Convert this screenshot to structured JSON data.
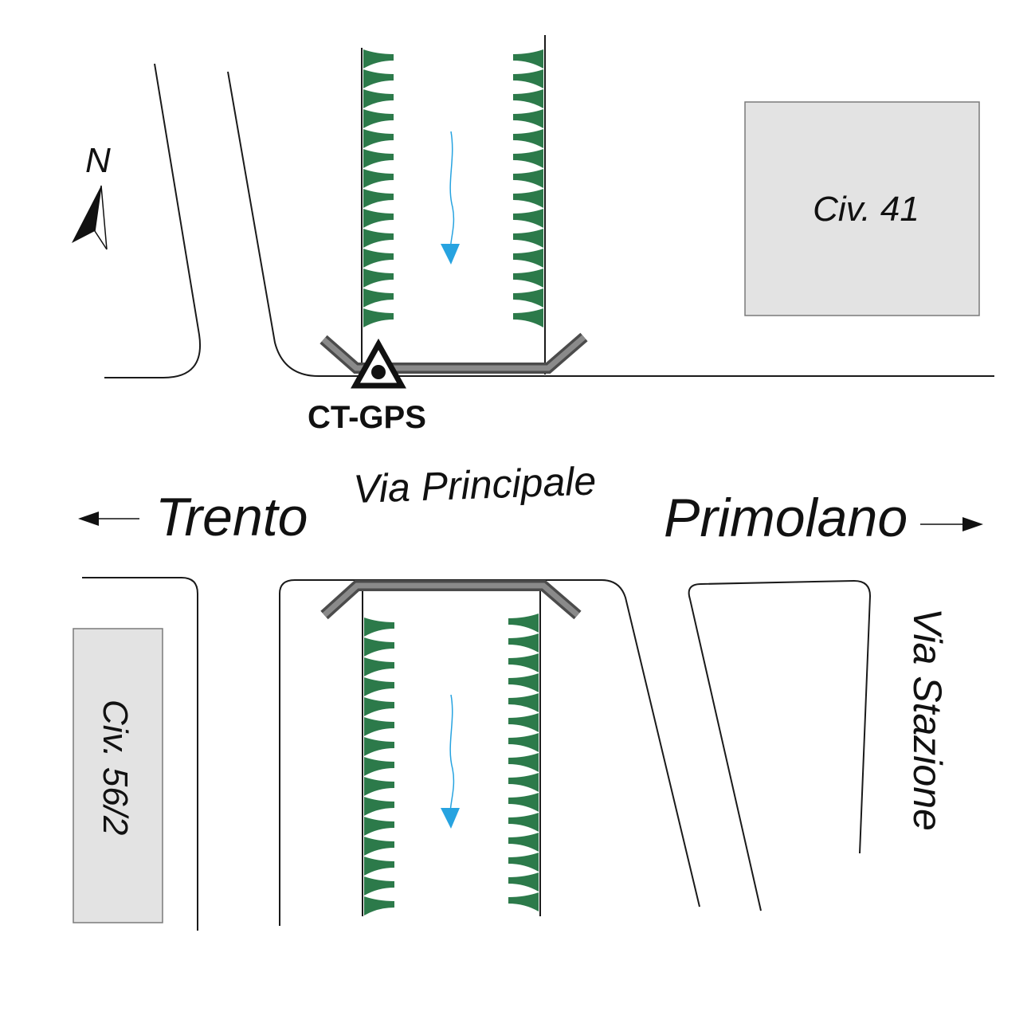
{
  "labels": {
    "north": "N",
    "station": "CT-GPS",
    "main_road": "Via Principale",
    "left_destination": "Trento",
    "right_destination": "Primolano",
    "side_road": "Via Stazione",
    "building_top": "Civ. 41",
    "building_bottom": "Civ. 56/2"
  },
  "colors": {
    "road_line": "#1a1a1a",
    "building_fill": "#e3e3e3",
    "building_stroke": "#7a7a7a",
    "bridge_outer": "#4b4b4b",
    "bridge_inner": "#8a8a8a",
    "vegetation": "#2c7a4a",
    "water_flow": "#27a3e0",
    "text": "#111111"
  },
  "icons": {
    "north_arrow": "north-arrow-icon",
    "station_marker": "triangle-dot-icon",
    "flow_arrow": "flow-arrow-icon",
    "direction_arrow": "arrow-icon"
  }
}
